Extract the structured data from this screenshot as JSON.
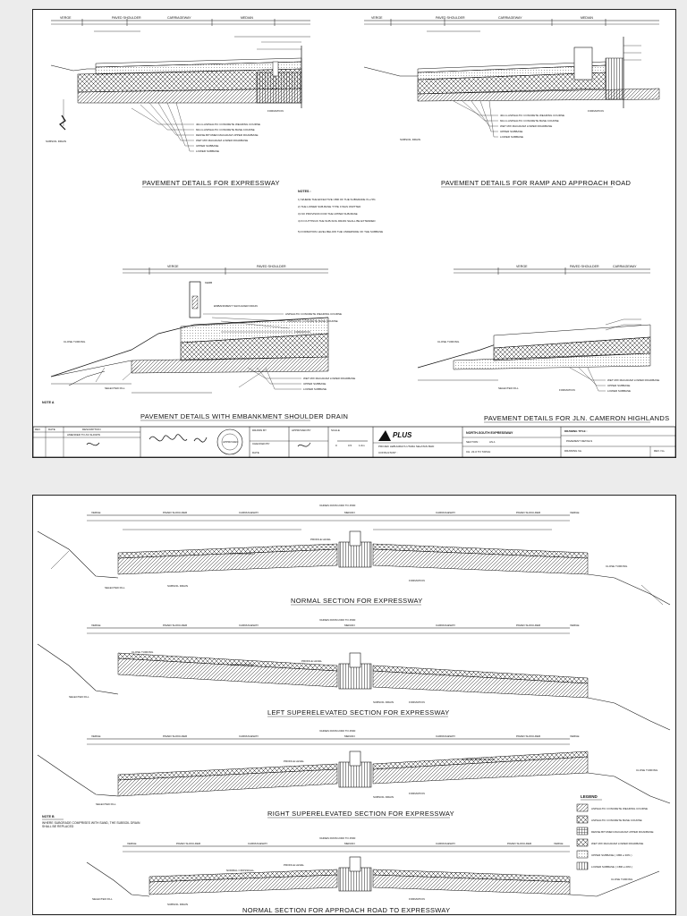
{
  "sheet1": {
    "top_left_headers": [
      "VERGE",
      "PAVED SHOULDER",
      "CARRIAGEWAY",
      "MEDIAN"
    ],
    "top_right_headers": [
      "VERGE",
      "PAVED SHOULDER",
      "CARRIAGEWAY",
      "MEDIAN"
    ],
    "expressway_caption": "PAVEMENT DETAILS FOR EXPRESSWAY",
    "ramp_caption": "PAVEMENT DETAILS FOR RAMP AND APPROACH ROAD",
    "embankment_caption": "PAVEMENT DETAILS WITH EMBANKMENT SHOULDER DRAIN",
    "cameron_caption": "PAVEMENT DETAILS FOR JLN. CAMERON HIGHLANDS",
    "layers_expressway": [
      "40mm ASPHALTIC CONCRETE WEARING COURSE",
      "60mm ASPHALTIC CONCRETE BASE COURSE",
      "DENSE BITUMEN MACADAM UPPER ROADBASE",
      "WET MIX MACADAM LOWER ROADBASE",
      "UPPER SUBBASE",
      "LOWER SUBBASE"
    ],
    "layers_ramp": [
      "40mm ASPHALTIC CONCRETE WEARING COURSE",
      "60mm ASPHALTIC CONCRETE BASE COURSE",
      "WET MIX MACADAM LOWER ROADBASE",
      "UPPER SUBBASE",
      "LOWER SUBBASE"
    ],
    "misc_labels": {
      "formation": "FORMATION",
      "selected_fill": "SELECTED FILL",
      "subsoil_drain": "SUBSOIL DRAIN",
      "close_turfing": "CLOSE TURFING",
      "paved_shoulder": "PAVED SHOULDER",
      "verge": "VERGE",
      "carriageway": "CARRIAGEWAY",
      "embankment_drain": "EMBANKMENT SHOULDER DRAIN",
      "kerb": "KERB",
      "ac_wearing": "ASPHALTIC CONCRETE WEARING COURSE",
      "ac_base": "ASPHALTIC CONCRETE BASE COURSE",
      "wet_mix": "WET MIX MACADAM LOWER ROADBASE",
      "upper_subbase": "UPPER SUBBASE",
      "lower_subbase": "LOWER SUBBASE",
      "note_a": "NOTE A"
    },
    "notes_title": "NOTES :",
    "notes": [
      "1) WHERE THE EFFECTIVE CBR OF THE SUBGRADE IS ≥ 5%",
      "2) THE LOWER SUB-BASE TYPE II WAS OMITTED",
      "3) NO PROVISION FOR THE UPPER SUB-BASE",
      "4) IN CUTTINGS THE SUB-SOIL DRAIN SHALL BE EXTENDED",
      "5) FORMATION LEVEL BELOW THE UNDERSIDE OF THE SUBBASE"
    ],
    "title_block": {
      "rev_header": [
        "REV",
        "DATE",
        "DESCRIPTION"
      ],
      "rev_row": "AMENDED TO AS SHOWN",
      "seal_text": "APPROVED",
      "drawn_by_label": "DRAWN BY",
      "checked_by_label": "CHECKED BY",
      "approved_by_label": "APPROVED BY",
      "date_label": "DATE",
      "scale_label": "SCALE",
      "scale_values": [
        "0",
        "0.5",
        "1.0m"
      ],
      "logo_text": "PLUS",
      "company": "PROJEK LEBUHRAYA UTARA SELATAN BHD",
      "consultant_label": "CONSULTANT :",
      "project": "NORTH-SOUTH EXPRESSWAY",
      "section_label": "SECTION :",
      "section_value": "AS-1",
      "chainage": "CH. 22-0 TO TAPAH",
      "drawing_title_label": "DRAWING TITLE :",
      "drawing_title_value": "PAVEMENT DETAILS",
      "drawing_no_label": "DRAWING No.",
      "rev_label": "REV. No."
    }
  },
  "sheet2": {
    "sections": [
      {
        "caption": "NORMAL SECTION FOR EXPRESSWAY",
        "headers": [
          "VERGE",
          "PAVED SHOULDER",
          "CARRIAGEWAY",
          "MEDIAN",
          "CARRIAGEWAY",
          "PAVED SHOULDER",
          "VERGE"
        ],
        "labels": [
          "PROFILE LEVEL",
          "SUBSOIL DRAIN",
          "FORMATION",
          "SELECTED FILL",
          "CLOSE TURFING",
          "2.5% UNIFORMALLY",
          "VARIES FROM 2300 TO 4500"
        ]
      },
      {
        "caption": "LEFT SUPERELEVATED SECTION FOR EXPRESSWAY",
        "headers": [
          "VERGE",
          "PAVED SHOULDER",
          "CARRIAGEWAY",
          "MEDIAN",
          "CARRIAGEWAY",
          "PAVED SHOULDER",
          "VERGE"
        ],
        "labels": [
          "PROFILE LEVEL",
          "SUBSOIL DRAIN",
          "FORMATION",
          "SELECTED FILL",
          "CLOSE TURFING",
          "SUPERELEVATION",
          "VARIES FROM 2300 TO 4500"
        ]
      },
      {
        "caption": "RIGHT SUPERELEVATED SECTION FOR EXPRESSWAY",
        "headers": [
          "VERGE",
          "PAVED SHOULDER",
          "CARRIAGEWAY",
          "MEDIAN",
          "CARRIAGEWAY",
          "PAVED SHOULDER",
          "VERGE"
        ],
        "labels": [
          "PROFILE LEVEL",
          "SUBSOIL DRAIN",
          "FORMATION",
          "SELECTED FILL",
          "CLOSE TURFING",
          "SUPERELEVATION RATE",
          "VARIES FROM 2300 TO 4500"
        ]
      },
      {
        "caption": "NORMAL SECTION FOR APPROACH ROAD TO EXPRESSWAY",
        "headers": [
          "VERGE",
          "PAVED SHOULDER",
          "CARRIAGEWAY",
          "MEDIAN",
          "CARRIAGEWAY",
          "PAVED SHOULDER",
          "VERGE"
        ],
        "labels": [
          "PROFILE LEVEL",
          "SUBSOIL DRAIN",
          "FORMATION",
          "SELECTED FILL",
          "CLOSE TURFING",
          "NORMAL CROSSFALL",
          "VARIES FROM 2300 TO 4500"
        ]
      }
    ],
    "note_b": "NOTE B",
    "note_b_text": "WHERE SUBGRADE COMPRISES WITH SAND, THE SUBSOIL DRAIN SHALL BE REPLACED",
    "legend_title": "LEGEND",
    "legend": [
      "ASPHALTIC CONCRETE WEARING COURSE",
      "ASPHALTIC CONCRETE BASE COURSE",
      "DENSE BITUMEN MACADAM UPPER ROADBASE",
      "WET MIX MACADAM LOWER ROADBASE",
      "UPPER SUBBASE ( CBR ≥ 30% )",
      "LOWER SUBBASE ( CBR ≥ 20% )"
    ]
  }
}
